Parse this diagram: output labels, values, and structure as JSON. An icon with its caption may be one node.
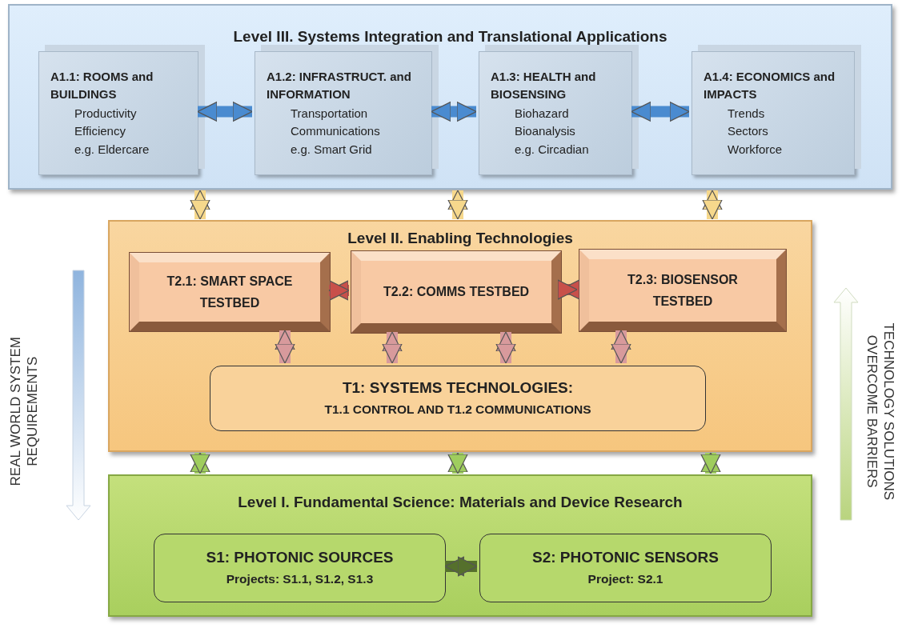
{
  "diagram": {
    "nodes": [
      {
        "text": [
          "Level III. Systems Integration and Translational Applications"
        ]
      },
      {
        "text": [
          "A1.1: ROOMS and BUILDINGS",
          "Productivity",
          "Efficiency",
          "e.g. Eldercare"
        ],
        "in": 0
      },
      {
        "text": [
          "A1.2: INFRASTRUCT. and INFORMATION",
          "Transportation",
          "Communications",
          "e.g. Smart Grid"
        ],
        "in": 0
      },
      {
        "text": [
          "A1.3: HEALTH and BIOSENSING",
          "Biohazard",
          "Bioanalysis",
          "e.g. Circadian"
        ],
        "in": 0
      },
      {
        "text": [
          "A1.4: ECONOMICS and IMPACTS",
          "Trends",
          "Sectors",
          "Workforce"
        ],
        "in": 0
      },
      {
        "text": [
          "Level II. Enabling Technologies"
        ]
      },
      {
        "text": [
          "T2.1: SMART SPACE TESTBED"
        ],
        "in": 5
      },
      {
        "text": [
          "T2.2: COMMS TESTBED"
        ],
        "in": 5
      },
      {
        "text": [
          "T2.3: BIOSENSOR TESTBED"
        ],
        "in": 5
      },
      {
        "text": [
          "T1: SYSTEMS TECHNOLOGIES:",
          "T1.1 CONTROL AND T1.2 COMMUNICATIONS"
        ],
        "in": 5
      },
      {
        "text": [
          "Level I. Fundamental Science: Materials and Device Research"
        ]
      },
      {
        "text": [
          "S1: PHOTONIC SOURCES",
          "Projects: S1.1, S1.2, S1.3"
        ],
        "in": 10
      },
      {
        "text": [
          "S2: PHOTONIC SENSORS",
          "Project: S2.1"
        ],
        "in": 10
      }
    ],
    "edges": [
      {
        "from": 1,
        "to": 2,
        "arrow": "both",
        "color": "#4a8bd0"
      },
      {
        "from": 2,
        "to": 3,
        "arrow": "both",
        "color": "#4a8bd0"
      },
      {
        "from": 3,
        "to": 4,
        "arrow": "both",
        "color": "#4a8bd0"
      },
      {
        "from": 0,
        "to": 5,
        "arrow": "both",
        "color": "#f6d88c"
      },
      {
        "from": 0,
        "to": 5,
        "arrow": "both",
        "color": "#f6d88c"
      },
      {
        "from": 0,
        "to": 5,
        "arrow": "both",
        "color": "#f6d88c"
      },
      {
        "from": 6,
        "to": 7,
        "arrow": "both",
        "color": "#c8504a"
      },
      {
        "from": 7,
        "to": 8,
        "arrow": "both",
        "color": "#c8504a"
      },
      {
        "from": 6,
        "to": 9,
        "arrow": "both",
        "color": "#d89a9c"
      },
      {
        "from": 7,
        "to": 9,
        "arrow": "both",
        "color": "#d89a9c"
      },
      {
        "from": 7,
        "to": 9,
        "arrow": "both",
        "color": "#d89a9c"
      },
      {
        "from": 8,
        "to": 9,
        "arrow": "both",
        "color": "#d89a9c"
      },
      {
        "from": 5,
        "to": 10,
        "arrow": "both",
        "color": "#9fcd5e"
      },
      {
        "from": 5,
        "to": 10,
        "arrow": "both",
        "color": "#9fcd5e"
      },
      {
        "from": 5,
        "to": 10,
        "arrow": "both",
        "color": "#9fcd5e"
      },
      {
        "from": 11,
        "to": 12,
        "arrow": "both",
        "color": "#55702c"
      }
    ],
    "labels": [
      "REAL WORLD SYSTEM REQUIREMENTS",
      "TECHNOLOGY SOLUTIONS OVERCOME BARRIERS"
    ]
  }
}
